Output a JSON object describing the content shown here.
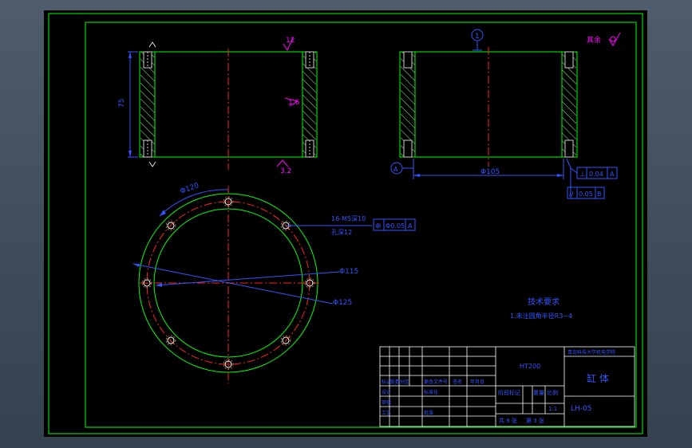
{
  "colors": {
    "background": "#000000",
    "frame": "#00ff00",
    "dimension": "#3355ff",
    "centerline": "#ff2222",
    "annotation": "#ff00ff",
    "text_white": "#ffffff",
    "hatch": "#9aff9a"
  },
  "front_view": {
    "dim_height": "75",
    "roughness_top": "12",
    "roughness_mid": "1.6",
    "roughness_bottom": "3.2"
  },
  "side_view": {
    "datum_top": "1",
    "datum_left": "A",
    "dim_diameter": "Φ105",
    "roughness_rest": "其余",
    "tol_perp_symbol": "⊥",
    "tol_perp_value": "0.04",
    "tol_perp_datum": "A",
    "tol_par_symbol": "//",
    "tol_par_value": "0.05",
    "tol_par_datum": "B"
  },
  "plan_view": {
    "dim_arc": "Φ120",
    "hole_spec_line1": "16-M5深10",
    "hole_spec_line2": "孔深12",
    "pos_symbol": "⊕",
    "pos_value": "Φ0.05",
    "pos_datum": "A",
    "dim_d115": "Φ115",
    "dim_d125": "Φ125"
  },
  "tech_req": {
    "title": "技术要求",
    "item1": "1.未注圆角半径R3~4"
  },
  "title_block": {
    "material": "HT200",
    "school": "青岛科技大学机电学院",
    "part_name": "缸  体",
    "drawing_no": "LH-05",
    "stage_label": "阶段标记",
    "weight_label": "重量",
    "scale_label": "比例",
    "scale_value": "1:1",
    "sheets_total": "共 9 张",
    "sheet_no": "第 3 张",
    "row_mark": "标记",
    "row_count": "处数",
    "row_zone": "分区",
    "row_change": "更改文件号",
    "row_sign": "签名",
    "row_date": "年月日",
    "designer": "设计",
    "std": "标准化",
    "checker": "审核",
    "process": "工艺",
    "approve": "批准"
  }
}
